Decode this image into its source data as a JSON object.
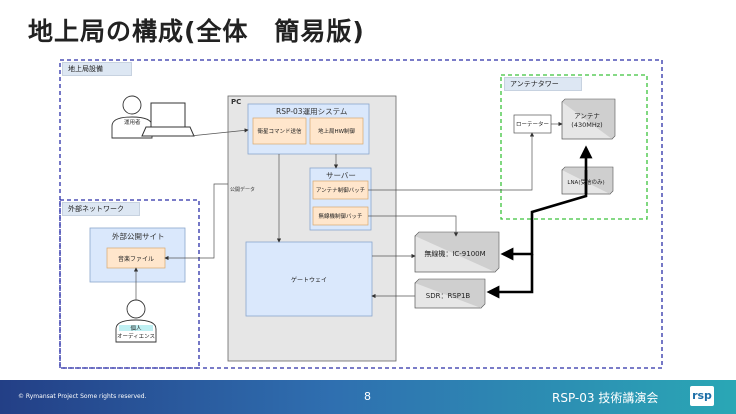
{
  "slide": {
    "title": "地上局の構成(全体　簡易版)",
    "page_number": "8",
    "copyright": "© Rymansat Project Some rights reserved.",
    "event": "RSP-03 技術講演会",
    "logo_text": "rsp"
  },
  "diagram": {
    "ground_station_label": "地上局設備",
    "operator_label": "運用者",
    "pc_label": "PC",
    "ops_system_label": "RSP-03運用システム",
    "uplink_command_label": "衛星コマンド送信",
    "ground_hw_control_label": "地上局HW制御",
    "server_label": "サーバー",
    "antenna_batch_label": "アンテナ制御バッチ",
    "radio_batch_label": "無線機制御バッチ",
    "gateway_label": "ゲートウェイ",
    "publish_data_label": "公開データ",
    "external_network_label": "外部ネットワーク",
    "public_site_label": "外部公開サイト",
    "audio_file_label": "音楽ファイル",
    "audience_label": "個人\nオーディエンス",
    "antenna_tower_label": "アンテナタワー",
    "rotator_label": "ローテーター",
    "antenna_label": "アンテナ\n(430MHz)",
    "lna_label": "LNA(受信のみ)",
    "radio_label": "無線機：IC-9100M",
    "sdr_label": "SDR：RSP1B"
  },
  "colors": {
    "dashed_blue": "#2b2fa8",
    "dashed_green": "#3cc23c",
    "light_blue_fill": "#dae8fc",
    "orange_fill": "#ffe6cc",
    "gray_fill": "#e6e6e6"
  }
}
